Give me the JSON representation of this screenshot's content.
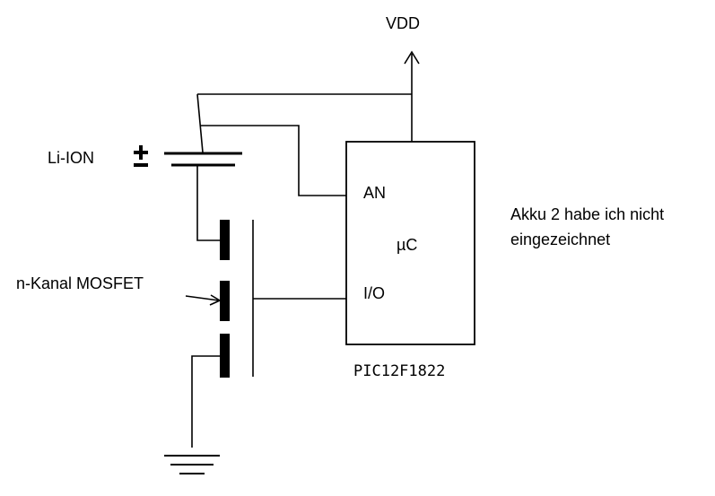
{
  "labels": {
    "vdd": "VDD",
    "battery": "Li-ION",
    "mosfet": "n-Kanal MOSFET",
    "an_pin": "AN",
    "uc": "µC",
    "io_pin": "I/O",
    "part_number": "PIC12F1822",
    "note_line1": "Akku 2 habe ich nicht",
    "note_line2": "eingezeichnet"
  },
  "colors": {
    "ink": "#000000",
    "background": "#ffffff"
  }
}
